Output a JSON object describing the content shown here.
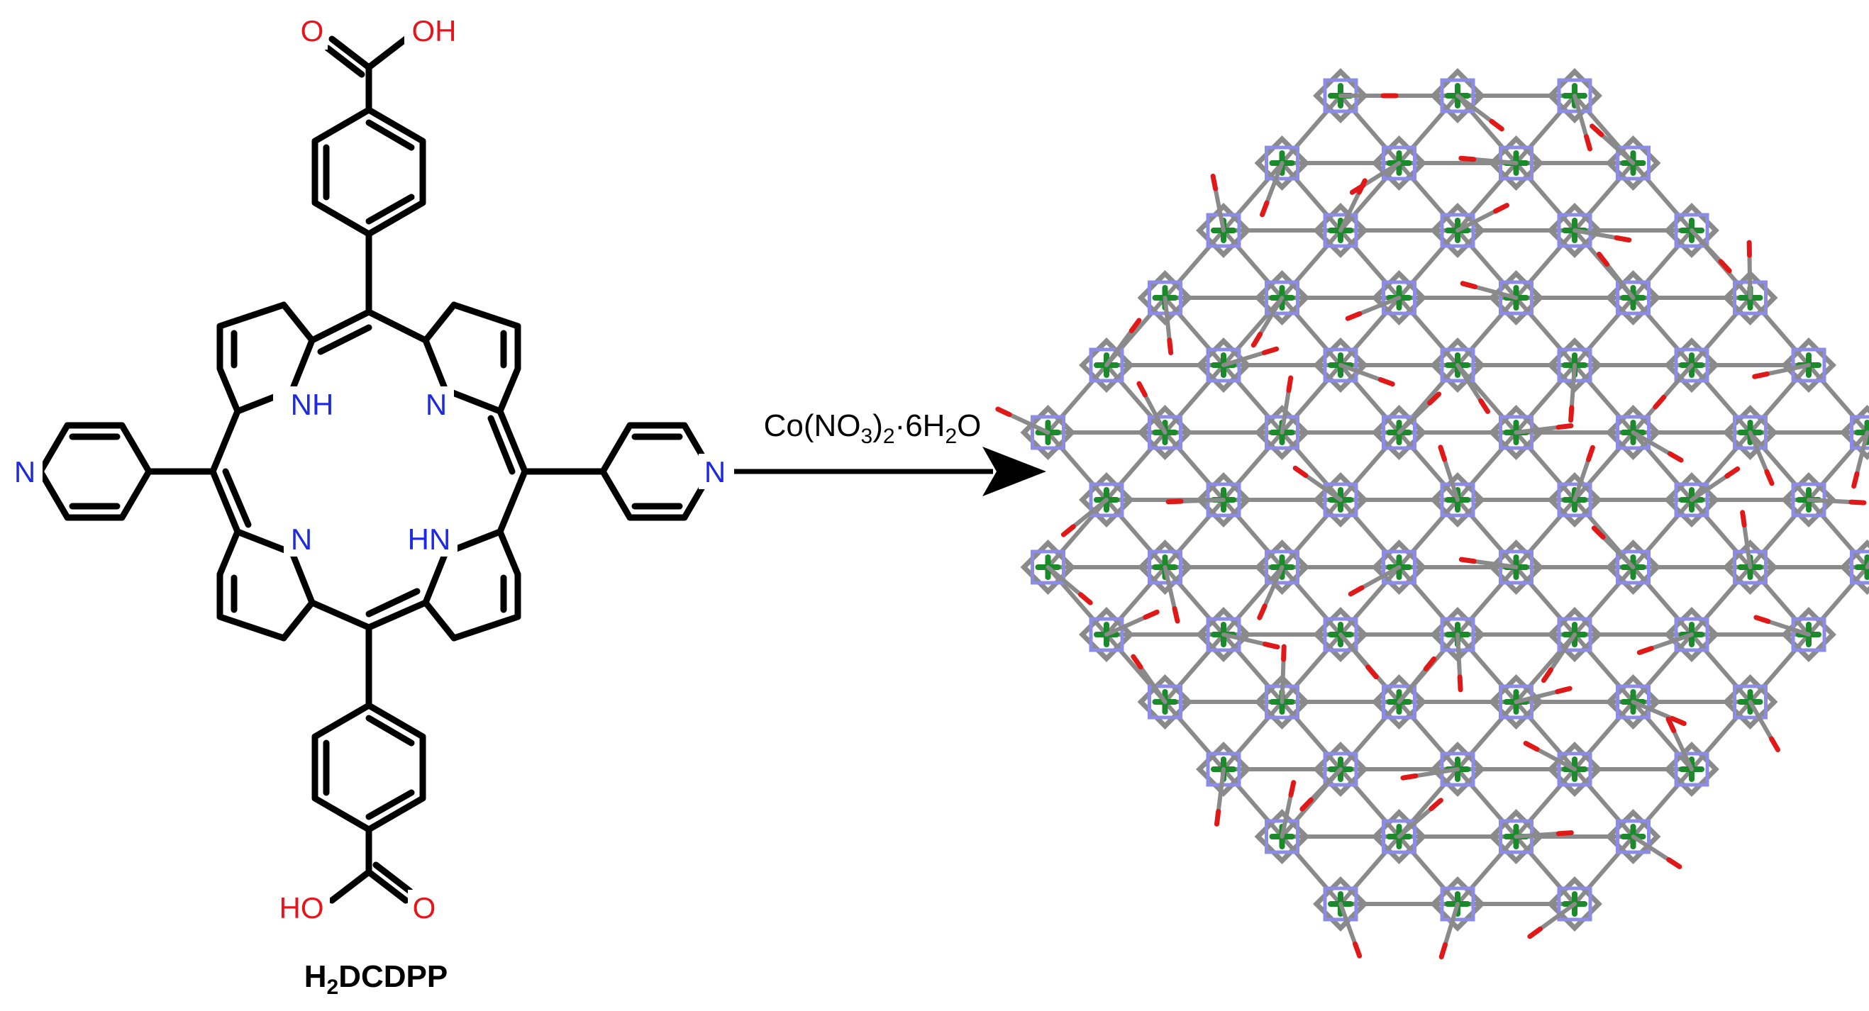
{
  "molecule": {
    "name_main": "H",
    "name_sub": "2",
    "name_rest": "DCDPP",
    "atoms": {
      "oxygen_double": "O",
      "hydroxyl": "OH",
      "hydroxyl_left": "HO",
      "pyridine_n": "N",
      "nh": "NH",
      "hn": "HN",
      "n": "N"
    },
    "colors": {
      "bond": "#000000",
      "oxygen": "#e8141c",
      "nitrogen": "#1d2ae0"
    }
  },
  "reaction": {
    "reagent_parts": [
      "Co(NO",
      "3",
      ")",
      "2",
      "·6H",
      "2",
      "O"
    ]
  },
  "framework": {
    "colors": {
      "carbon": "#8a8a8a",
      "nitrogen": "#8c8ce6",
      "oxygen": "#e01818",
      "cobalt": "#1a8a2a",
      "chlorine": "#2a9a2a"
    }
  }
}
